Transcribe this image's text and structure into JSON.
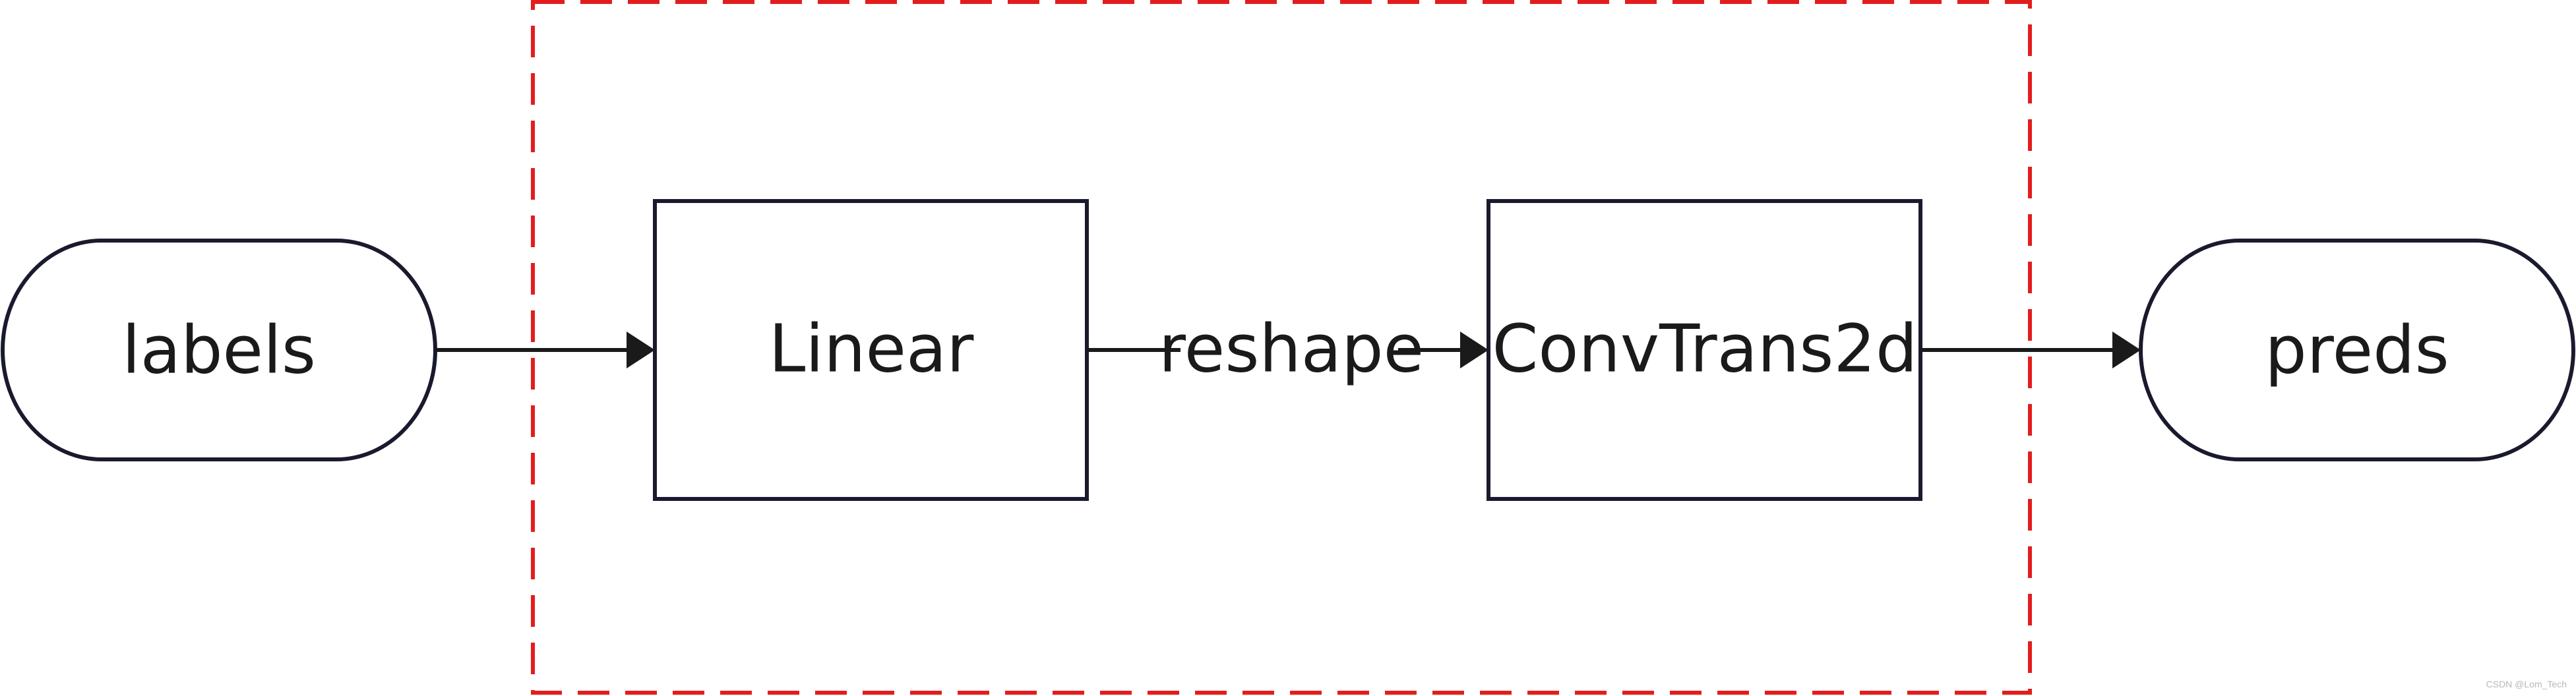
{
  "diagram": {
    "nodes": {
      "labels": "labels",
      "linear": "Linear",
      "convtrans": "ConvTrans2d",
      "preds": "preds"
    },
    "edge_labels": {
      "reshape": "reshape"
    },
    "colors": {
      "stroke": "#1a1a2e",
      "arrow": "#1a1a1a",
      "group_border": "#e31d1d"
    }
  },
  "watermark": "CSDN @Lom_Tech"
}
